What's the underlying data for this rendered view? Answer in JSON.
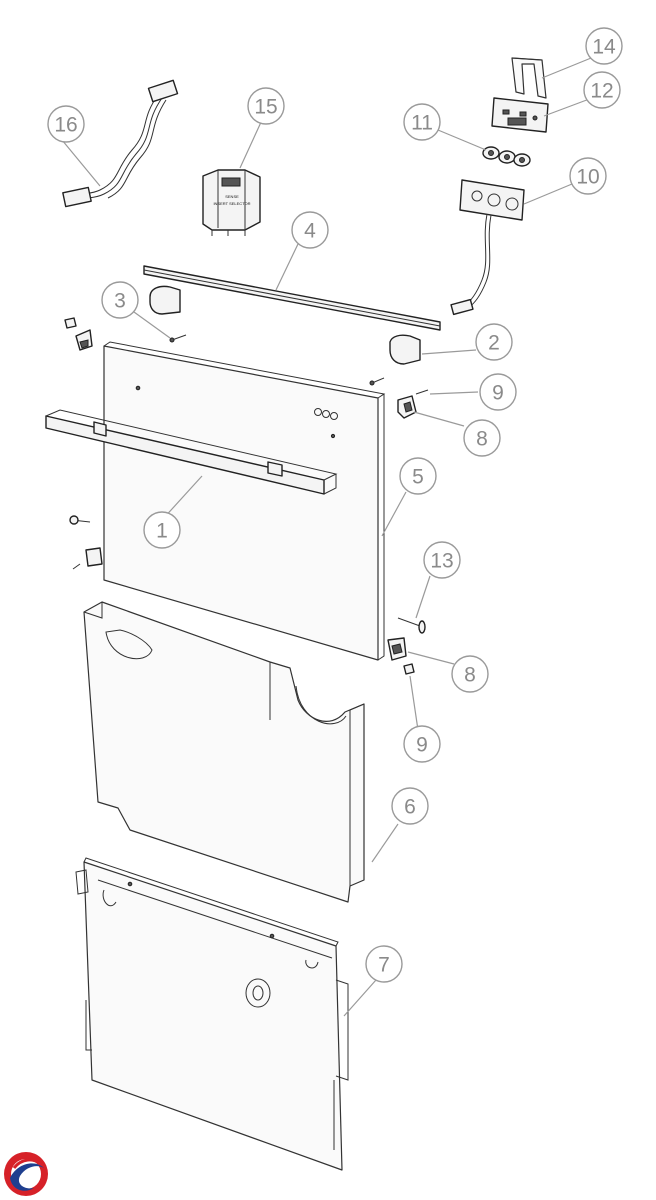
{
  "callouts": [
    {
      "id": "c1",
      "label": "1"
    },
    {
      "id": "c2",
      "label": "2"
    },
    {
      "id": "c3",
      "label": "3"
    },
    {
      "id": "c4",
      "label": "4"
    },
    {
      "id": "c5",
      "label": "5"
    },
    {
      "id": "c6",
      "label": "6"
    },
    {
      "id": "c7",
      "label": "7"
    },
    {
      "id": "c8a",
      "label": "8"
    },
    {
      "id": "c8b",
      "label": "8"
    },
    {
      "id": "c9a",
      "label": "9"
    },
    {
      "id": "c9b",
      "label": "9"
    },
    {
      "id": "c10",
      "label": "10"
    },
    {
      "id": "c11",
      "label": "11"
    },
    {
      "id": "c12",
      "label": "12"
    },
    {
      "id": "c13",
      "label": "13"
    },
    {
      "id": "c14",
      "label": "14"
    },
    {
      "id": "c15",
      "label": "15"
    },
    {
      "id": "c16",
      "label": "16"
    }
  ],
  "switch_label": {
    "line1": "SENSE",
    "line2": "INSERT SELECTOR"
  },
  "logo": {
    "colors": [
      "#d62128",
      "#1f3f8f"
    ]
  }
}
